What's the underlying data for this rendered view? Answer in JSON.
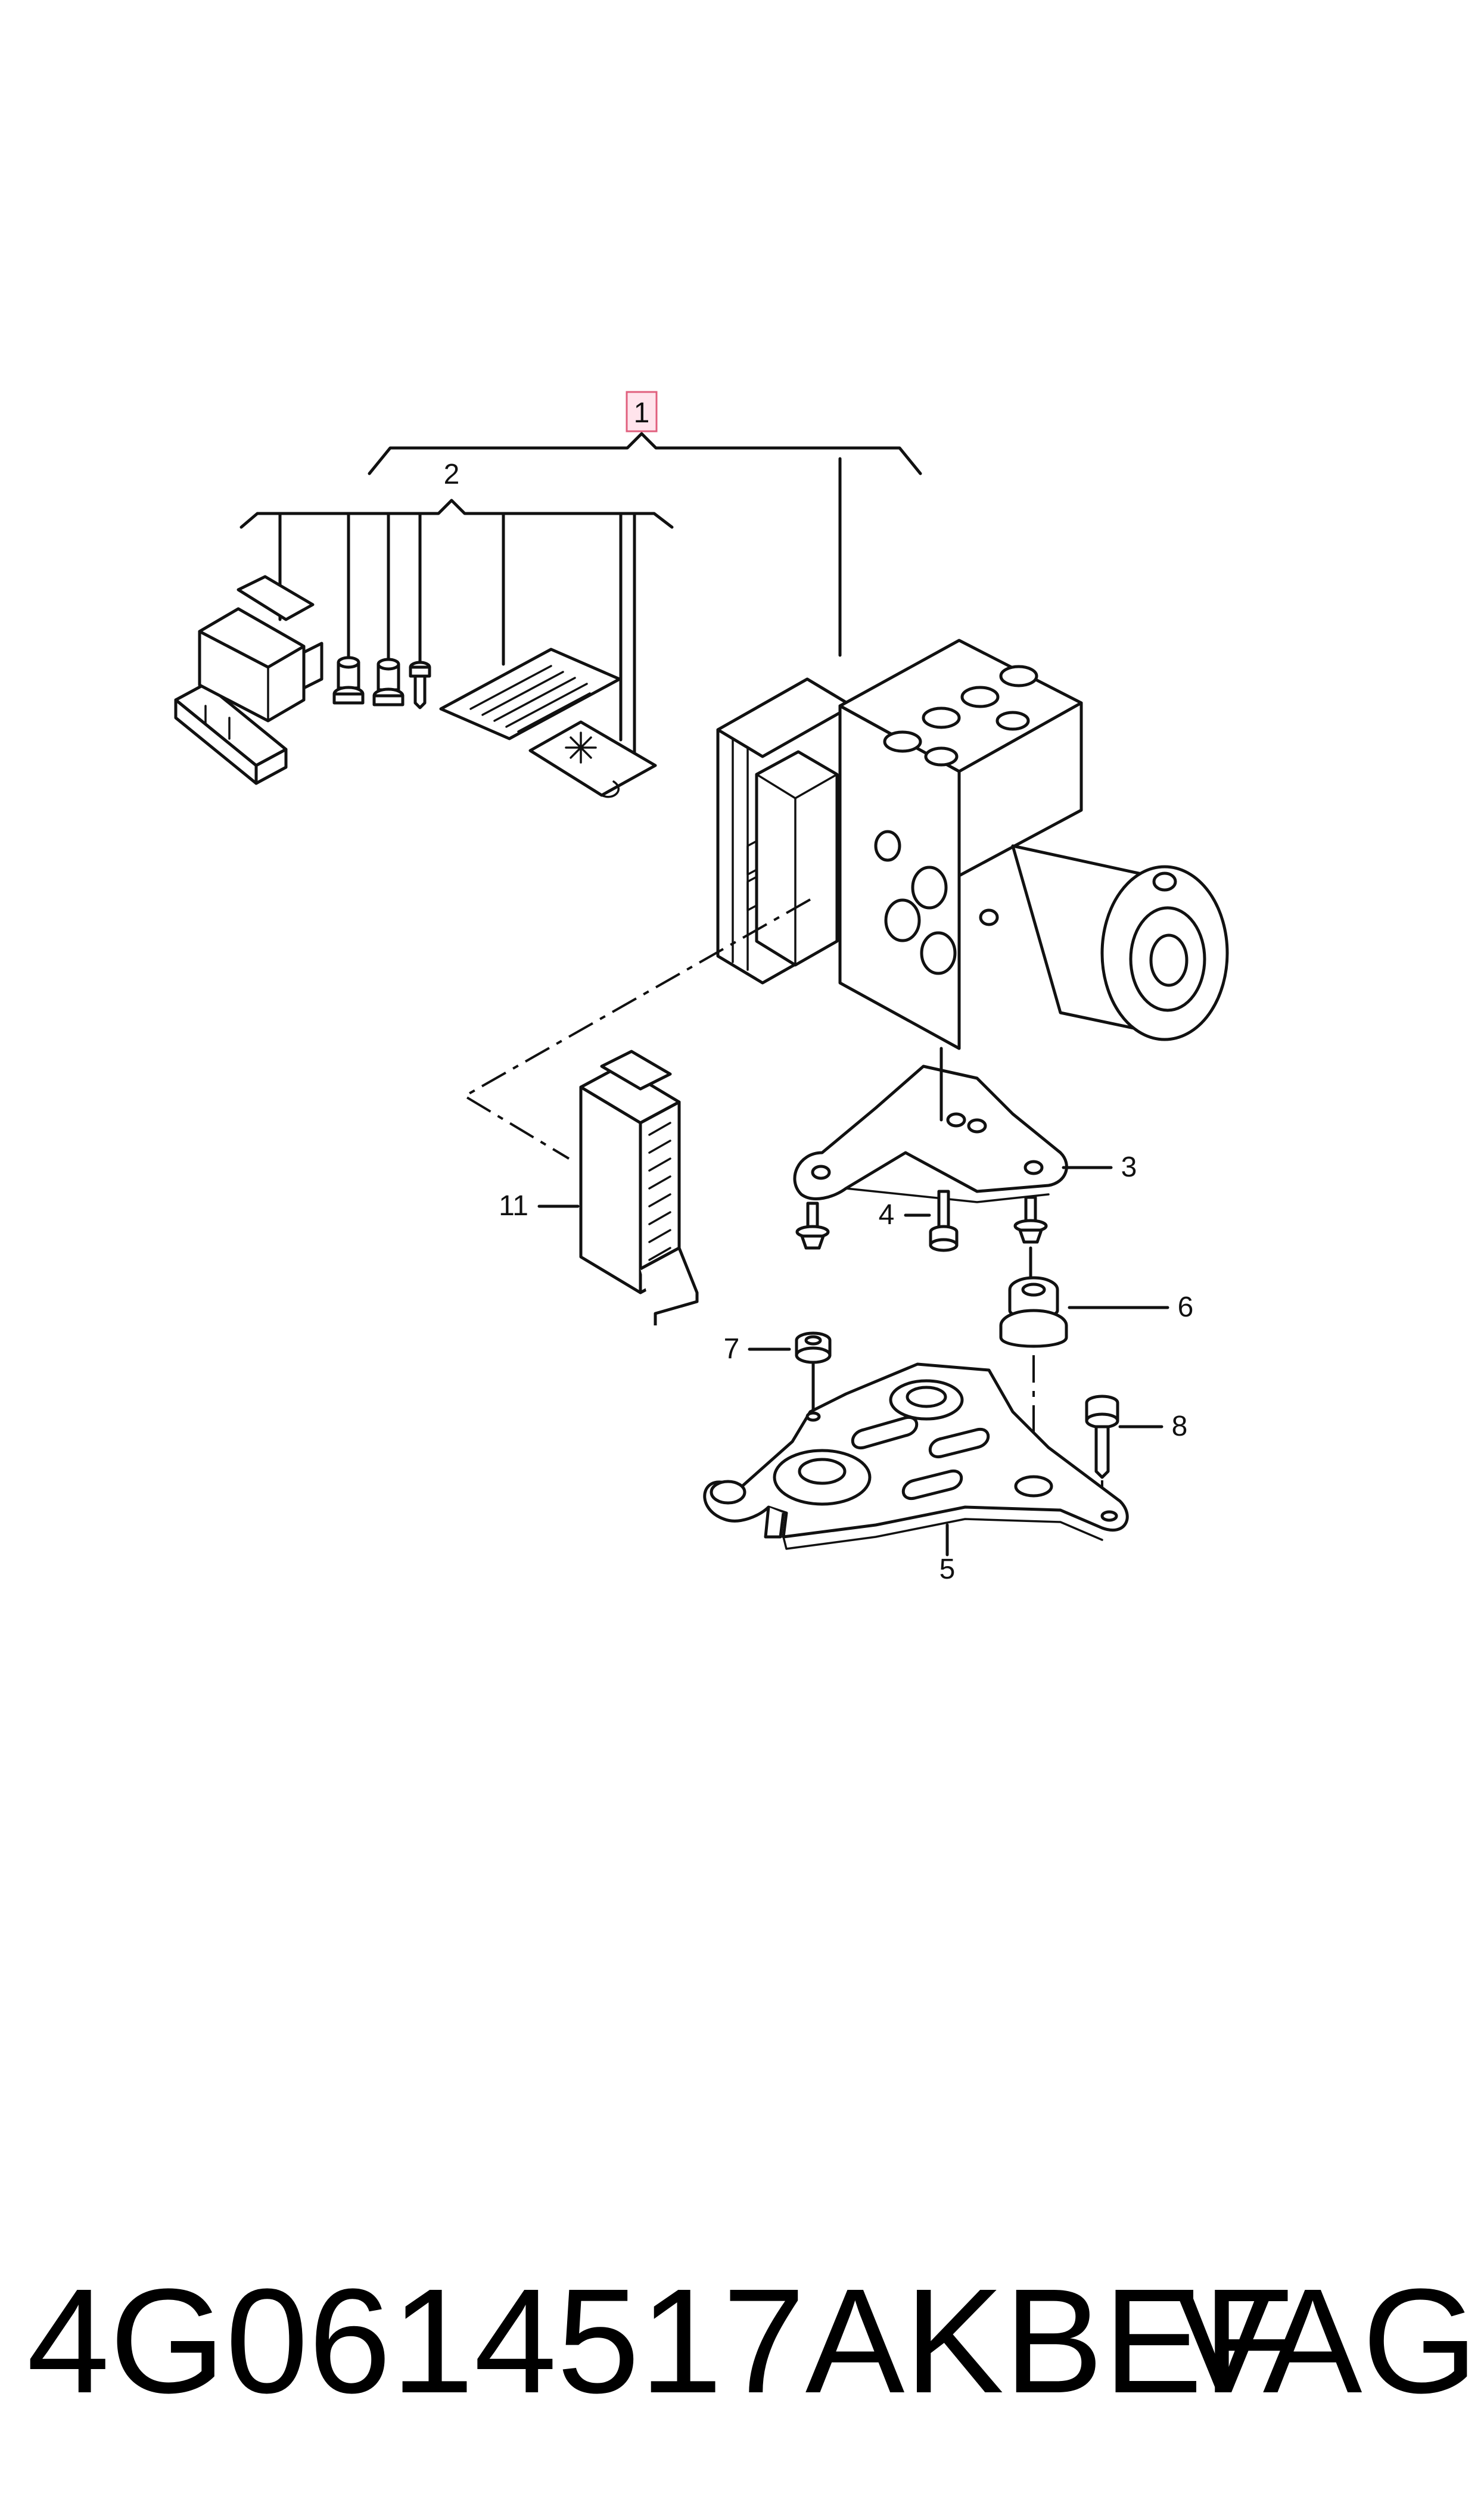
{
  "diagram": {
    "callouts": {
      "c1": "1",
      "c2": "2",
      "c3": "3",
      "c4": "4",
      "c5": "5",
      "c6": "6",
      "c7": "7",
      "c8": "8",
      "c11": "11"
    },
    "highlight_color": "#ffe4ec"
  },
  "footer": {
    "part_number": "4G0614517AKBEF",
    "brand": "VAG"
  }
}
